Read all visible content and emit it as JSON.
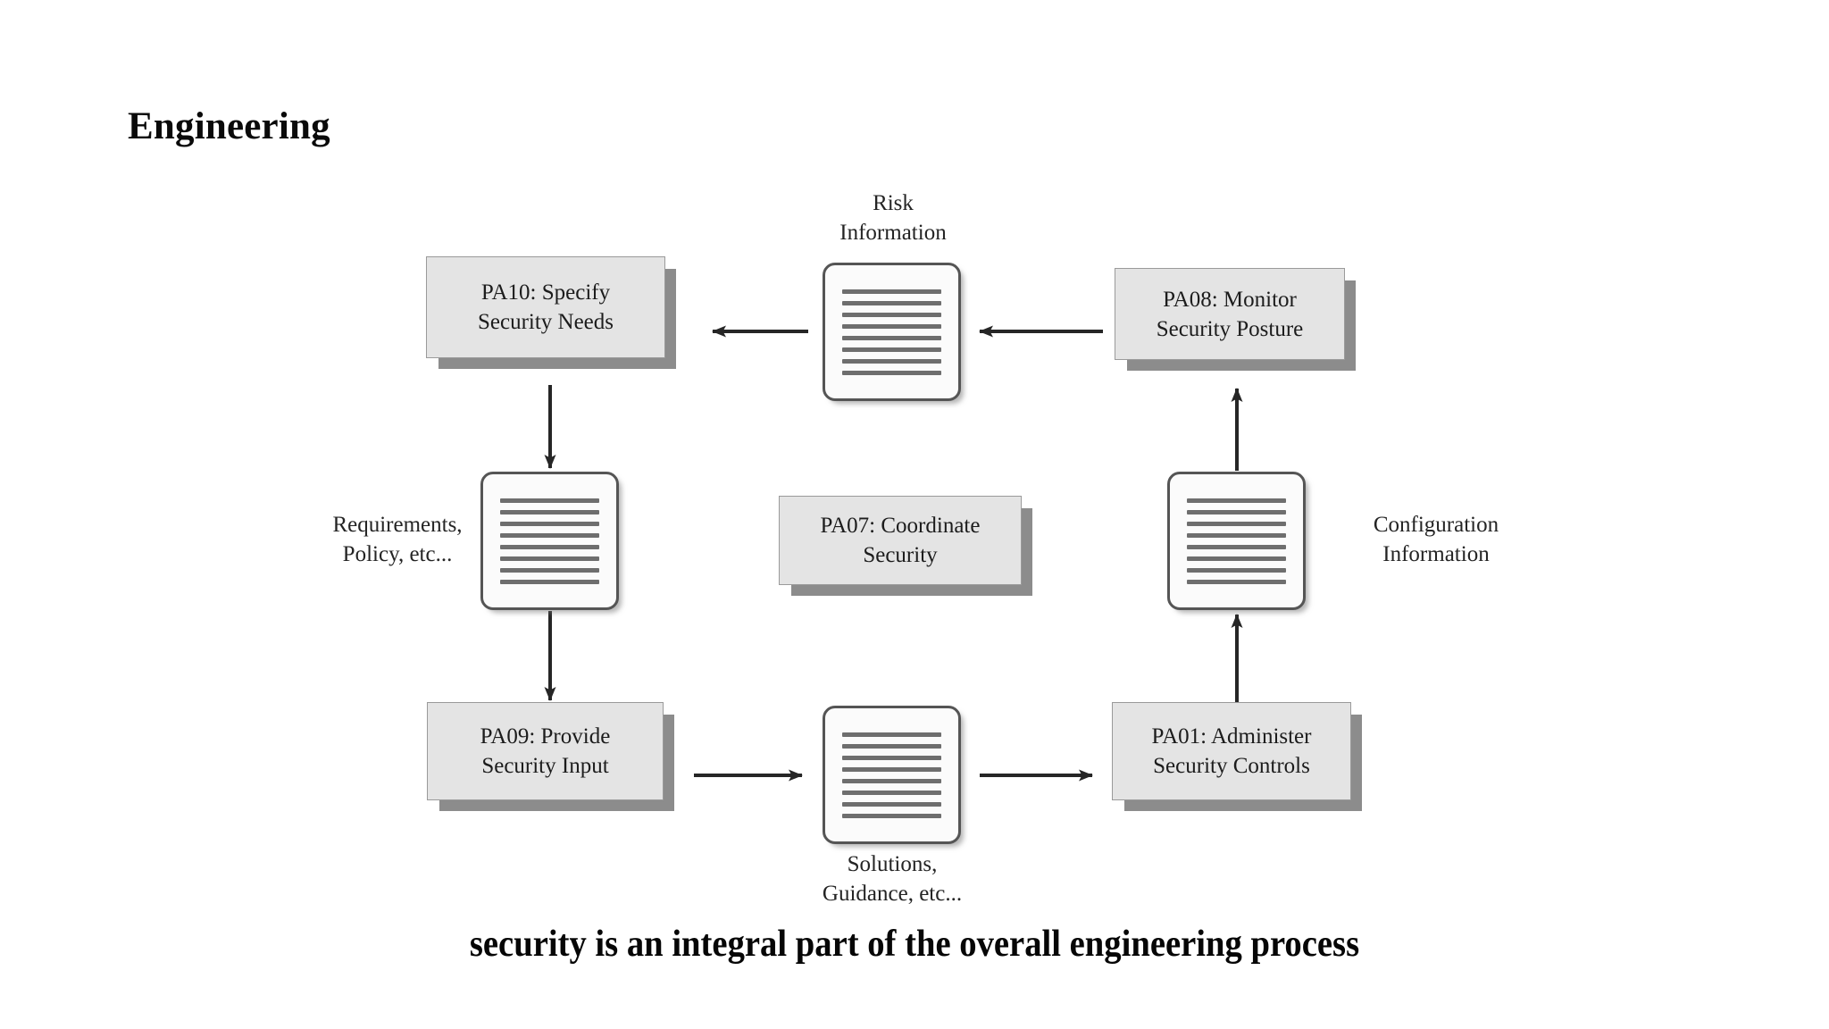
{
  "slide": {
    "title": "Engineering",
    "caption": "security is an integral part of the overall engineering process"
  },
  "diagram": {
    "process_areas": [
      {
        "id": "pa10",
        "label": "PA10: Specify\nSecurity Needs"
      },
      {
        "id": "pa08",
        "label": "PA08: Monitor\nSecurity Posture"
      },
      {
        "id": "pa07",
        "label": "PA07: Coordinate\nSecurity"
      },
      {
        "id": "pa09",
        "label": "PA09: Provide\nSecurity Input"
      },
      {
        "id": "pa01",
        "label": "PA01: Administer\nSecurity Controls"
      }
    ],
    "artifacts": [
      {
        "id": "risk",
        "caption": "Risk\nInformation",
        "lines": 8
      },
      {
        "id": "requirements",
        "caption": "Requirements,\nPolicy, etc...",
        "lines": 8
      },
      {
        "id": "configuration",
        "caption": "Configuration\nInformation",
        "lines": 8
      },
      {
        "id": "solutions",
        "caption": "Solutions,\nGuidance, etc...",
        "lines": 8
      }
    ],
    "flows": [
      {
        "id": "risk-to-pa10",
        "direction": "left"
      },
      {
        "id": "pa08-to-risk",
        "direction": "left"
      },
      {
        "id": "pa10-to-requirements",
        "direction": "down"
      },
      {
        "id": "requirements-to-pa09",
        "direction": "down"
      },
      {
        "id": "pa09-to-solutions",
        "direction": "right"
      },
      {
        "id": "solutions-to-pa01",
        "direction": "right"
      },
      {
        "id": "pa01-to-configuration",
        "direction": "up"
      },
      {
        "id": "configuration-to-pa08",
        "direction": "up"
      }
    ],
    "colors": {
      "box_fill": "#e4e4e4",
      "box_border": "#9a9a9a",
      "box_shadow": "#8c8c8c",
      "doc_fill": "#fbfbfb",
      "doc_border": "#555555",
      "doc_line": "#6e6e6e",
      "arrow": "#262626",
      "text": "#1c1c1c",
      "background": "#ffffff"
    }
  }
}
